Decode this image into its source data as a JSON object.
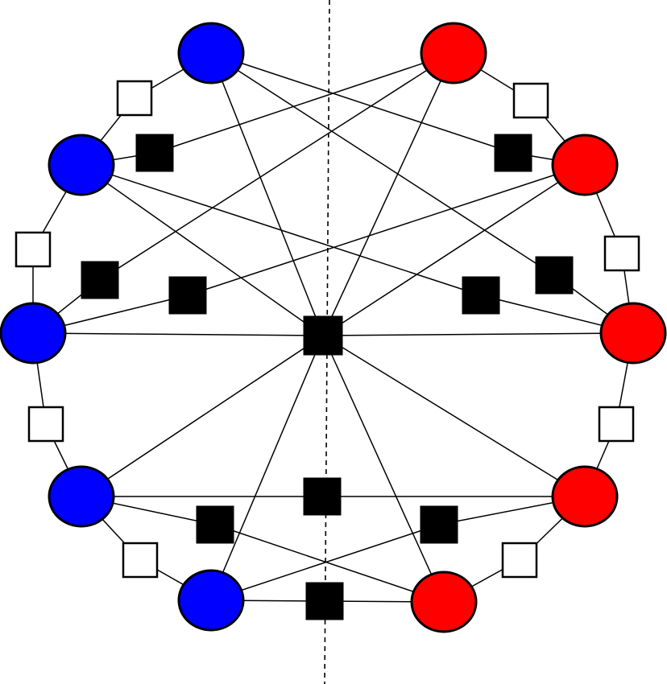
{
  "colors": {
    "left_node": "#0000ff",
    "right_node": "#ff0000",
    "node_stroke": "#000000",
    "edge": "#000000",
    "factor_filled": "#000000",
    "factor_open": "#ffffff",
    "axis": "#000000"
  },
  "nodes": [
    {
      "id": "blue-1",
      "side": "left"
    },
    {
      "id": "blue-2",
      "side": "left"
    },
    {
      "id": "blue-3",
      "side": "left"
    },
    {
      "id": "blue-4",
      "side": "left"
    },
    {
      "id": "blue-5",
      "side": "left"
    },
    {
      "id": "red-1",
      "side": "right"
    },
    {
      "id": "red-2",
      "side": "right"
    },
    {
      "id": "red-3",
      "side": "right"
    },
    {
      "id": "red-4",
      "side": "right"
    },
    {
      "id": "red-5",
      "side": "right"
    }
  ],
  "ring_factors": [
    {
      "id": "open-b1-b2",
      "between": [
        "blue-1",
        "blue-2"
      ]
    },
    {
      "id": "open-b2-b3",
      "between": [
        "blue-2",
        "blue-3"
      ]
    },
    {
      "id": "open-b3-b4",
      "between": [
        "blue-3",
        "blue-4"
      ]
    },
    {
      "id": "open-b4-b5",
      "between": [
        "blue-4",
        "blue-5"
      ]
    },
    {
      "id": "open-r1-r2",
      "between": [
        "red-1",
        "red-2"
      ]
    },
    {
      "id": "open-r2-r3",
      "between": [
        "red-2",
        "red-3"
      ]
    },
    {
      "id": "open-r3-r4",
      "between": [
        "red-3",
        "red-4"
      ]
    },
    {
      "id": "open-r4-r5",
      "between": [
        "red-4",
        "red-5"
      ]
    }
  ],
  "filled_factors": [
    {
      "id": "center",
      "connects": [
        "blue-1",
        "blue-2",
        "blue-3",
        "blue-4",
        "blue-5",
        "red-1",
        "red-2",
        "red-3",
        "red-4",
        "red-5"
      ]
    },
    {
      "id": "f-b2-r1",
      "connects": [
        "blue-2",
        "red-1"
      ]
    },
    {
      "id": "f-b3-r1",
      "connects": [
        "blue-3",
        "red-1"
      ]
    },
    {
      "id": "f-b3-r2",
      "connects": [
        "blue-3",
        "red-2"
      ]
    },
    {
      "id": "f-b1-r2",
      "connects": [
        "blue-1",
        "red-2"
      ]
    },
    {
      "id": "f-b1-r3",
      "connects": [
        "blue-1",
        "red-3"
      ]
    },
    {
      "id": "f-b2-r3",
      "connects": [
        "blue-2",
        "red-3"
      ]
    },
    {
      "id": "f-b4-r4",
      "connects": [
        "blue-4",
        "red-4"
      ]
    },
    {
      "id": "f-b4-r5",
      "connects": [
        "blue-4",
        "red-5"
      ]
    },
    {
      "id": "f-b5-r4",
      "connects": [
        "blue-5",
        "red-4"
      ]
    },
    {
      "id": "f-b5-r5",
      "connects": [
        "blue-5",
        "red-5"
      ]
    }
  ]
}
